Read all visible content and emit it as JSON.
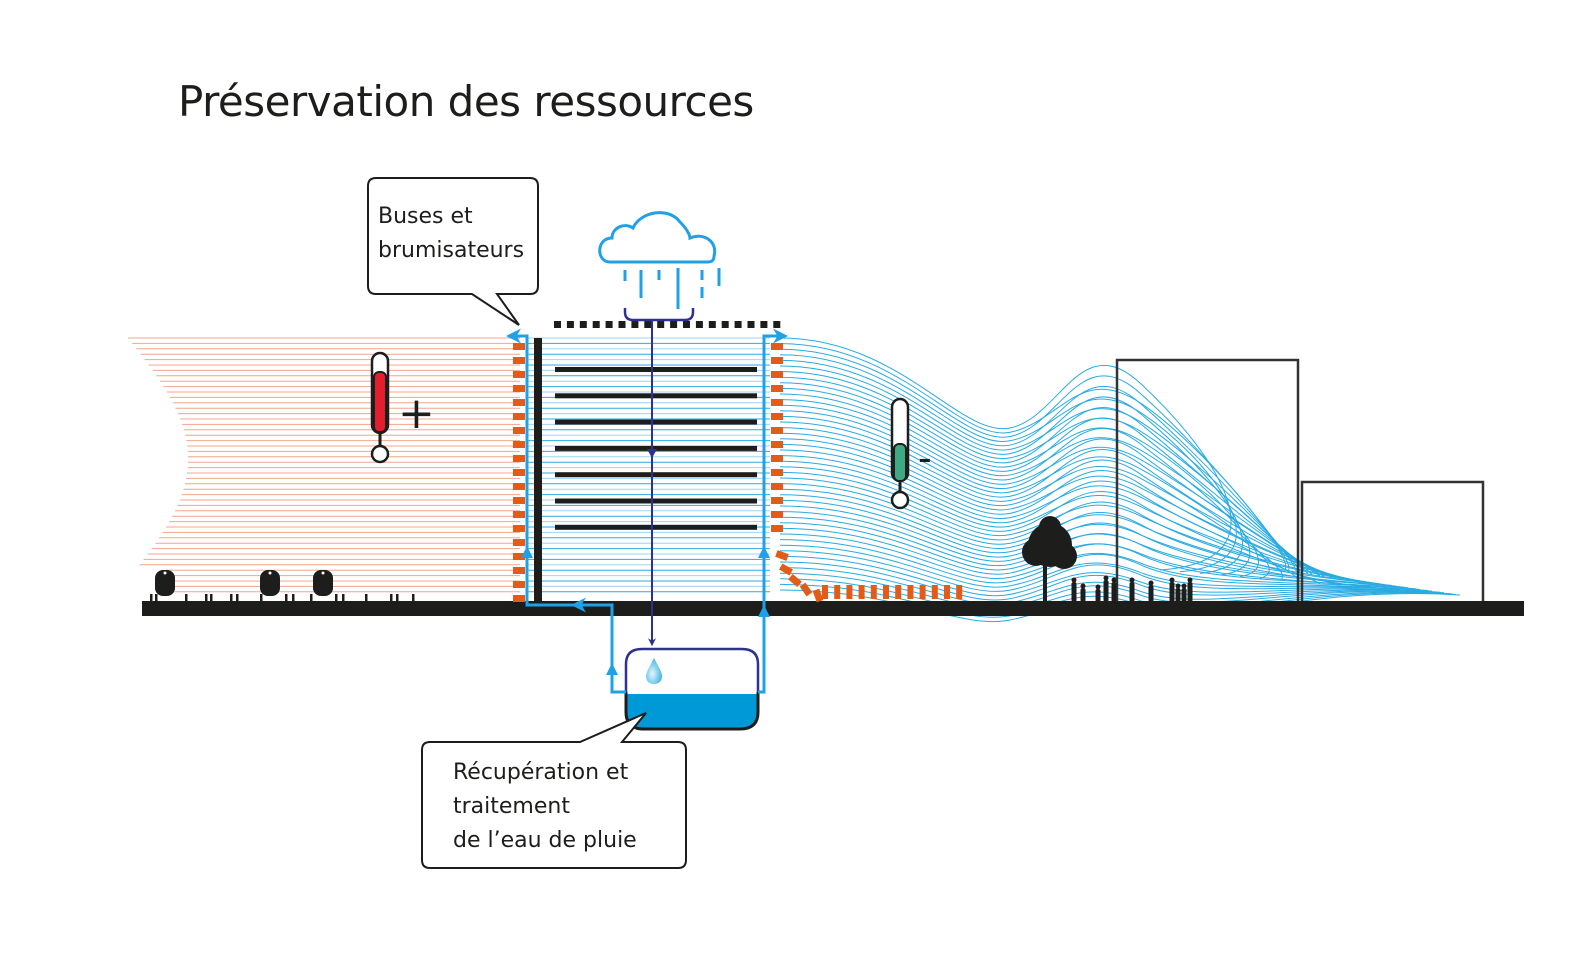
{
  "title": "Préservation des ressources",
  "callouts": {
    "misting": {
      "text": "Buses et\nbrumisateurs",
      "lines": [
        "Buses et",
        "brumisateurs"
      ]
    },
    "rainwater": {
      "text": "Récupération et\ntraitement\nde l’eau de pluie",
      "lines": [
        "Récupération et",
        "traitement",
        "de l’eau de pluie"
      ]
    }
  },
  "indicators": {
    "hot_side": {
      "icon": "thermometer-hot-icon",
      "sign": "+",
      "fill_level": 0.8,
      "color": "#e31e2d"
    },
    "cool_side": {
      "icon": "thermometer-cool-icon",
      "sign": "-",
      "fill_level": 0.45,
      "color": "#3daa85"
    }
  },
  "elements": {
    "rain_cloud": "cloud-rain-icon",
    "water_tank": "water-tank",
    "water_drop": "water-drop-icon",
    "tree": "tree-silhouette",
    "people": "people-silhouettes",
    "cars": "car-silhouettes",
    "buildings": [
      "tall-building-outline",
      "low-building-outline"
    ],
    "building_floor_count": 7
  },
  "colors": {
    "hot_air": "#f4a58c",
    "cool_air": "#29abe2",
    "building_air": "#9fd3f0",
    "water_pipe": "#1ea1e6",
    "rain_pipe": "#2e3192",
    "vegetation_wall": "#e35b17",
    "ground": "#1d1d1b",
    "tank_water": "#0099d8"
  }
}
